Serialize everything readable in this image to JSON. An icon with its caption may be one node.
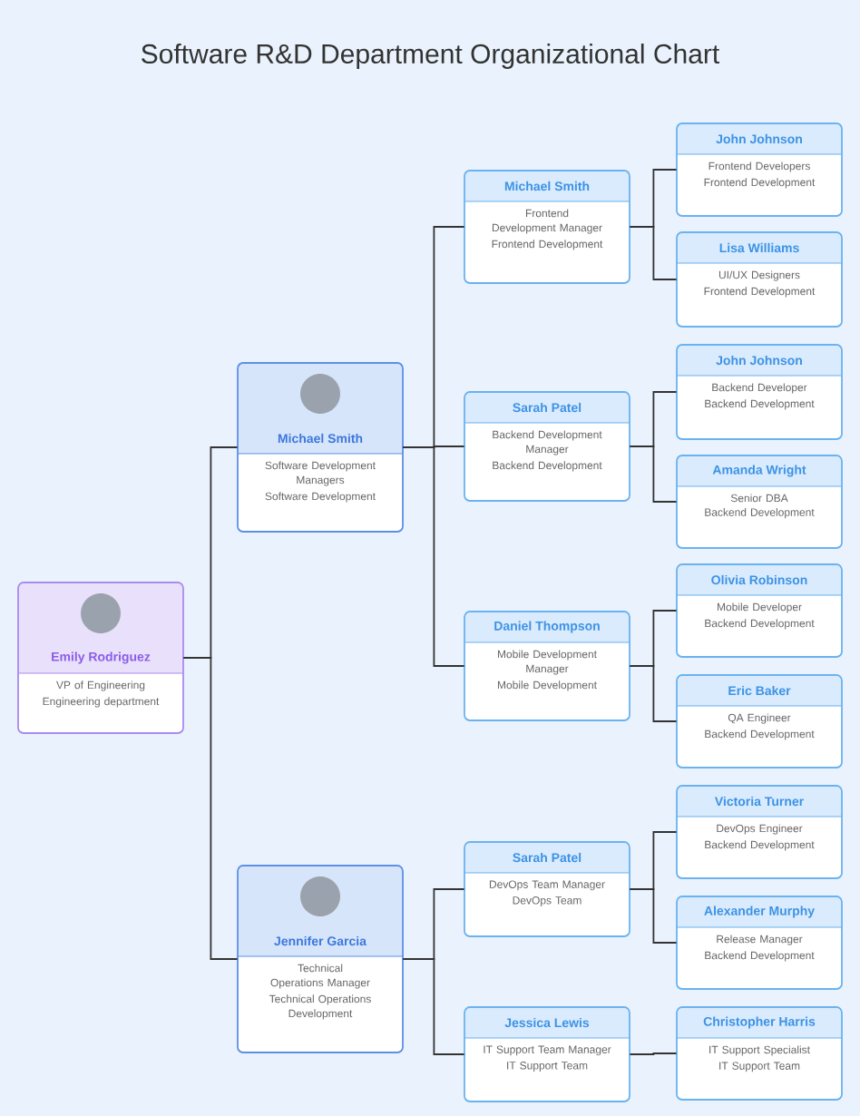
{
  "diagram": {
    "title": "Software R&D Department Organizational Chart",
    "nodes": [
      {
        "text": [
          "Emily Rodriguez",
          "VP of Engineering",
          "Engineering department"
        ]
      },
      {
        "text": [
          "Michael Smith",
          "Software Development Managers",
          "Software Development"
        ]
      },
      {
        "text": [
          "Jennifer Garcia",
          "Technical Operations Manager",
          "Technical Operations Development"
        ]
      },
      {
        "text": [
          "Michael Smith",
          "Frontend Development Manager",
          "Frontend Development"
        ]
      },
      {
        "text": [
          "Sarah Patel",
          "Backend Development Manager",
          "Backend Development"
        ]
      },
      {
        "text": [
          "Daniel Thompson",
          "Mobile Development Manager",
          "Mobile Development"
        ]
      },
      {
        "text": [
          "Sarah Patel",
          "DevOps Team Manager",
          "DevOps Team"
        ]
      },
      {
        "text": [
          "Jessica Lewis",
          "IT Support Team Manager",
          "IT Support Team"
        ]
      },
      {
        "text": [
          "John Johnson",
          "Frontend Developers",
          "Frontend Development"
        ]
      },
      {
        "text": [
          "Lisa Williams",
          "UI/UX Designers",
          "Frontend Development"
        ]
      },
      {
        "text": [
          "John Johnson",
          "Backend Developer",
          "Backend Development"
        ]
      },
      {
        "text": [
          "Amanda Wright",
          "Senior DBA",
          "Backend Development"
        ]
      },
      {
        "text": [
          "Olivia Robinson",
          "Mobile Developer",
          "Backend Development"
        ]
      },
      {
        "text": [
          "Eric Baker",
          "QA Engineer",
          "Backend Development"
        ]
      },
      {
        "text": [
          "Victoria Turner",
          "DevOps Engineer",
          "Backend Development"
        ]
      },
      {
        "text": [
          "Alexander Murphy",
          "Release Manager",
          "Backend Development"
        ]
      },
      {
        "text": [
          "Christopher Harris",
          "IT Support Specialist",
          "IT Support Team"
        ]
      }
    ],
    "edges": [
      {
        "from": 0,
        "to": 1,
        "arrow": "none"
      },
      {
        "from": 0,
        "to": 2,
        "arrow": "none"
      },
      {
        "from": 1,
        "to": 3,
        "arrow": "none"
      },
      {
        "from": 1,
        "to": 4,
        "arrow": "none"
      },
      {
        "from": 1,
        "to": 5,
        "arrow": "none"
      },
      {
        "from": 2,
        "to": 6,
        "arrow": "none"
      },
      {
        "from": 2,
        "to": 7,
        "arrow": "none"
      },
      {
        "from": 3,
        "to": 8,
        "arrow": "none"
      },
      {
        "from": 3,
        "to": 9,
        "arrow": "none"
      },
      {
        "from": 4,
        "to": 10,
        "arrow": "none"
      },
      {
        "from": 4,
        "to": 11,
        "arrow": "none"
      },
      {
        "from": 5,
        "to": 12,
        "arrow": "none"
      },
      {
        "from": 5,
        "to": 13,
        "arrow": "none"
      },
      {
        "from": 6,
        "to": 14,
        "arrow": "none"
      },
      {
        "from": 6,
        "to": 15,
        "arrow": "none"
      },
      {
        "from": 7,
        "to": 16,
        "arrow": "none"
      }
    ]
  }
}
